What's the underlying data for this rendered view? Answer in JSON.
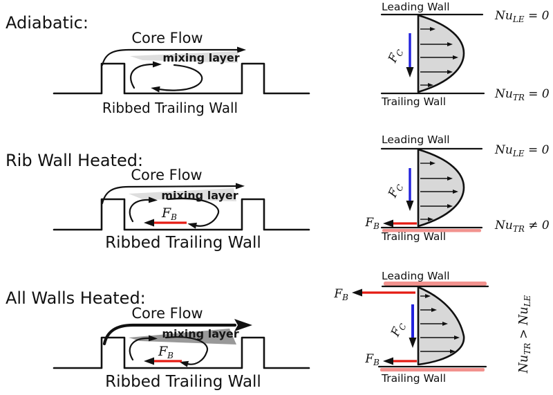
{
  "rows": [
    {
      "title": "Adiabatic:",
      "core_flow": "Core Flow",
      "mixing_layer": "mixing layer",
      "caption": "Ribbed Trailing Wall",
      "leading_wall": "Leading Wall",
      "trailing_wall": "Trailing Wall",
      "nu_top": {
        "base": "Nu",
        "sub": "LE",
        "tail": " = 0"
      },
      "nu_bottom": {
        "base": "Nu",
        "sub": "TR",
        "tail": " = 0"
      },
      "fc": {
        "base": "F",
        "sub": "C"
      }
    },
    {
      "title": "Rib Wall Heated:",
      "core_flow": "Core Flow",
      "mixing_layer": "mixing layer",
      "caption": "Ribbed Trailing Wall",
      "leading_wall": "Leading Wall",
      "trailing_wall": "Trailing Wall",
      "nu_top": {
        "base": "Nu",
        "sub": "LE",
        "tail": " = 0"
      },
      "nu_bottom": {
        "base": "Nu",
        "sub": "TR",
        "tail": " ≠ 0"
      },
      "fc": {
        "base": "F",
        "sub": "C"
      },
      "fb": {
        "base": "F",
        "sub": "B"
      }
    },
    {
      "title": "All Walls Heated:",
      "core_flow": "Core Flow",
      "mixing_layer": "mixing layer",
      "caption": "Ribbed Trailing Wall",
      "leading_wall": "Leading Wall",
      "trailing_wall": "Trailing Wall",
      "fc": {
        "base": "F",
        "sub": "C"
      },
      "fb": {
        "base": "F",
        "sub": "B"
      },
      "nu_relation": {
        "a": "Nu",
        "a_sub": "TR",
        "op": " > ",
        "b": "Nu",
        "b_sub": "LE"
      }
    }
  ],
  "colors": {
    "force_buoyancy": "#e41b13",
    "force_coriolis": "#2222dd",
    "heated_wall": "#f2928e",
    "profile_fill": "#d8d8d8",
    "mixing_smear": "#bdbdbd"
  }
}
